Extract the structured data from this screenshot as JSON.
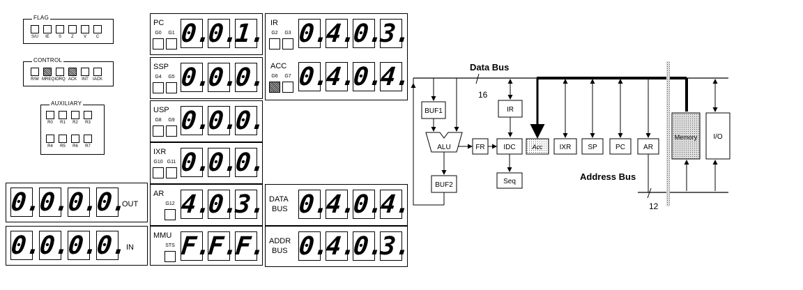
{
  "flag": {
    "title": "FLAG",
    "leds": [
      {
        "label": "S/U",
        "on": false
      },
      {
        "label": "IE",
        "on": false
      },
      {
        "label": "S",
        "on": false
      },
      {
        "label": "Z",
        "on": false
      },
      {
        "label": "V",
        "on": false
      },
      {
        "label": "C",
        "on": false
      }
    ]
  },
  "control": {
    "title": "CONTROL",
    "leds": [
      {
        "label": "R/W",
        "on": false
      },
      {
        "label": "MREQ",
        "on": true
      },
      {
        "label": "IORQ",
        "on": false
      },
      {
        "label": "ACK",
        "on": true
      },
      {
        "label": "INT",
        "on": false
      },
      {
        "label": "IACK",
        "on": false
      }
    ]
  },
  "auxiliary": {
    "title": "AUXILIARY",
    "row1": [
      "R0",
      "R1",
      "R2",
      "R3"
    ],
    "row2": [
      "R4",
      "R5",
      "R6",
      "R7"
    ]
  },
  "io_displays": [
    {
      "label": "OUT",
      "digits": [
        "0.",
        "0.",
        "0.",
        "0."
      ]
    },
    {
      "label": "IN",
      "digits": [
        "0.",
        "0.",
        "0.",
        "0."
      ]
    }
  ],
  "registers": [
    {
      "label": "PC",
      "gates": [
        {
          "label": "G0",
          "on": false
        },
        {
          "label": "G1",
          "on": false
        }
      ],
      "digits": [
        "0.",
        "0.",
        "1."
      ]
    },
    {
      "label": "SSP",
      "gates": [
        {
          "label": "G4",
          "on": false
        },
        {
          "label": "G5",
          "on": false
        }
      ],
      "digits": [
        "0.",
        "0.",
        "0."
      ]
    },
    {
      "label": "USP",
      "gates": [
        {
          "label": "G8",
          "on": false
        },
        {
          "label": "G9",
          "on": false
        }
      ],
      "digits": [
        "0.",
        "0.",
        "0."
      ]
    },
    {
      "label": "IXR",
      "gates": [
        {
          "label": "G10",
          "on": false
        },
        {
          "label": "G11",
          "on": false
        }
      ],
      "digits": [
        "0.",
        "0.",
        "0."
      ]
    },
    {
      "label": "AR",
      "gates": [
        {
          "label": "G12",
          "on": false
        }
      ],
      "digits": [
        "4.",
        "0.",
        "3."
      ]
    },
    {
      "label": "MMU",
      "gates": [
        {
          "label": "STS",
          "on": false
        }
      ],
      "digits": [
        "F.",
        "F.",
        "F."
      ]
    }
  ],
  "right_registers": [
    {
      "label": "IR",
      "gates": [
        {
          "label": "G2",
          "on": false
        },
        {
          "label": "G3",
          "on": false
        }
      ],
      "digits": [
        "0.",
        "4.",
        "0.",
        "3."
      ]
    },
    {
      "label": "ACC",
      "gates": [
        {
          "label": "G6",
          "on": true
        },
        {
          "label": "G7",
          "on": false
        }
      ],
      "digits": [
        "0.",
        "4.",
        "0.",
        "4."
      ]
    }
  ],
  "bus_displays": [
    {
      "label1": "DATA",
      "label2": "BUS",
      "digits": [
        "0.",
        "4.",
        "0.",
        "4."
      ]
    },
    {
      "label1": "ADDR",
      "label2": "BUS",
      "digits": [
        "0.",
        "4.",
        "0.",
        "3."
      ]
    }
  ],
  "diagram": {
    "data_bus": "Data Bus",
    "data_width": "16",
    "address_bus": "Address Bus",
    "addr_width": "12",
    "buf1": "BUF1",
    "buf2": "BUF2",
    "alu": "ALU",
    "fr": "FR",
    "ir": "IR",
    "idc": "IDC",
    "seq": "Seq",
    "acc": "Acc",
    "ixr": "IXR",
    "sp": "SP",
    "pc": "PC",
    "ar": "AR",
    "memory": "Memory",
    "io": "I/O"
  }
}
